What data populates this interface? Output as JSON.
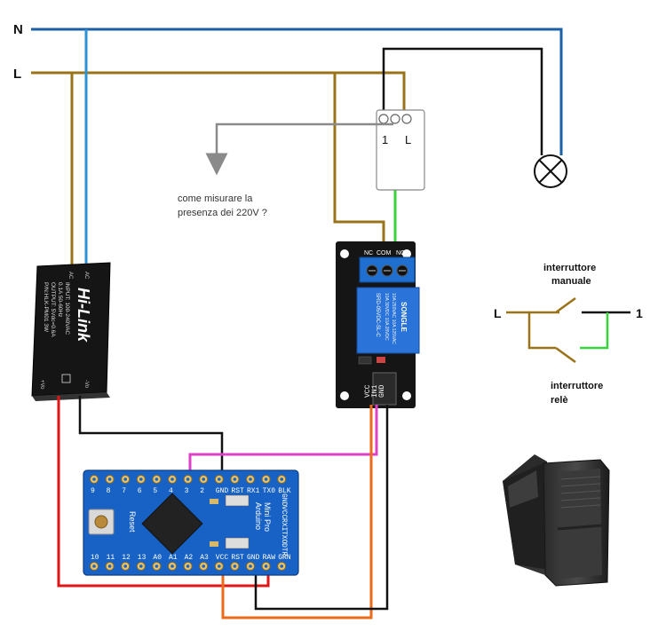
{
  "labels": {
    "neutral": "N",
    "line": "L",
    "switch_terminal_1": "1",
    "switch_terminal_l": "L",
    "measure_question_line1": "come misurare la",
    "measure_question_line2": "presenza dei 220V ?",
    "manual_switch_line1": "interruttore",
    "manual_switch_line2": "manuale",
    "relay_switch_line1": "interruttore",
    "relay_switch_line2": "relè",
    "schematic_l": "L",
    "schematic_1": "1"
  },
  "hilink": {
    "brand": "Hi-Link",
    "specs_line1": "INPUT: 100-240VAC",
    "specs_line2": "0.1A 50-60Hz",
    "specs_line3": "OUTPUT: 5Vdc=0.6A",
    "specs_line4": "P/N:HLK-PM01 3W",
    "pin_ac1": "AC",
    "pin_ac2": "AC",
    "pin_minus": "-Vo",
    "pin_plus": "+Vo"
  },
  "relay": {
    "terminal_no": "NO",
    "terminal_com": "COM",
    "terminal_nc": "NC",
    "brand": "SONGLE",
    "specs_line1": "10A 250VAC 10A 125VAC",
    "specs_line2": "10A 30VDC 10A 28VDC",
    "model": "SRD-05VDC-SL-C",
    "pin_vcc": "VCC",
    "pin_in": "IN1",
    "pin_gnd": "GND"
  },
  "arduino": {
    "name_line1": "Arduino",
    "name_line2": "Mini Pro",
    "reset_label": "Reset",
    "top_pins": [
      "9",
      "8",
      "7",
      "6",
      "5",
      "4",
      "3",
      "2",
      "GND",
      "RST",
      "RX1",
      "TX0",
      "BLK"
    ],
    "bottom_pins": [
      "10",
      "11",
      "12",
      "13",
      "A0",
      "A1",
      "A2",
      "A3",
      "VCC",
      "RST",
      "GND",
      "RAW",
      "GRN"
    ],
    "side_pins": [
      "GND",
      "VCC",
      "RXI",
      "TXO",
      "DTR"
    ]
  },
  "colors": {
    "neutral_wire": "#1a5fa8",
    "line_wire": "#9a7318",
    "arduino_supply": "#2b93d6",
    "signal_wire": "#e040c8",
    "relay_output": "#35d43a",
    "negative_wire": "#e01616",
    "ground_wire": "#111111",
    "vcc_wire": "#ec6a1a",
    "measure_arrow": "#8a8a8a"
  }
}
